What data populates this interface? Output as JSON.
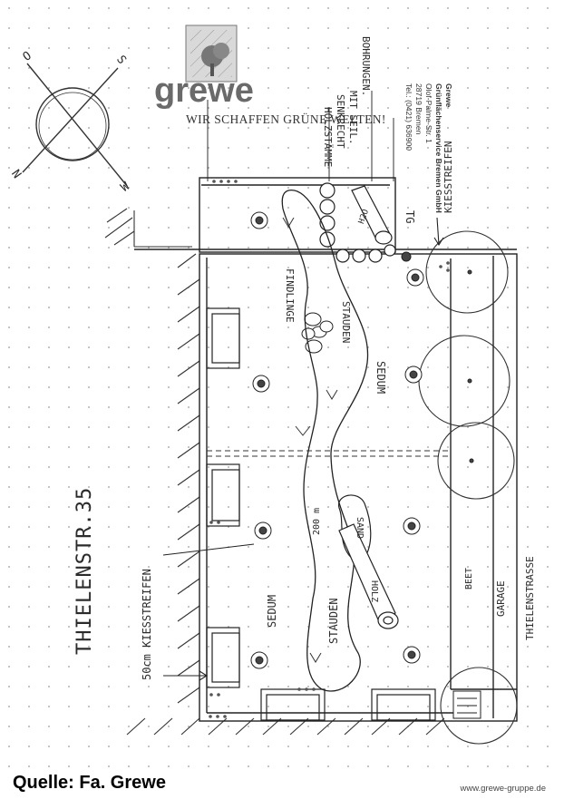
{
  "brand": {
    "logo_text": "grewe",
    "slogan": "WIR SCHAFFEN GRÜNE WELTEN!",
    "company_lines": [
      "Grewe",
      "Grünflächenservice Bremen GmbH",
      "Olof-Palme-Str. 1",
      "28719 Bremen",
      "Tel.: (0421) 636900"
    ],
    "logo_color": "#5a5a5a"
  },
  "compass": {
    "north": "N",
    "south": "S",
    "east": "O",
    "west": "W"
  },
  "labels": {
    "street_name": "THIELENSTR.35",
    "street_bottom": "THIELENSTRASSE",
    "gravel_strip_left": "50cm KIESSTREIFEN",
    "gravel_strip_right": "KIESSTREIFEN",
    "wooden_posts": [
      "HOLZSTÄMME",
      "SENKRECHT",
      "MIT SEIL.",
      "BOHRUNGEN."
    ],
    "water": "H2O",
    "tg": "TG",
    "boulders": "FINDLINGE",
    "perennials_top": "STAUDEN",
    "perennials_bottom": "STAUDEN",
    "sedum_top": "SEDUM",
    "sedum_bottom": "SEDUM",
    "distance": "200 m",
    "sand": "SAND",
    "wood": "HOLZ",
    "bed": "BEET",
    "garage": "GARAGE"
  },
  "footer": {
    "source": "Quelle: Fa. Grewe",
    "website": "www.grewe-gruppe.de"
  }
}
